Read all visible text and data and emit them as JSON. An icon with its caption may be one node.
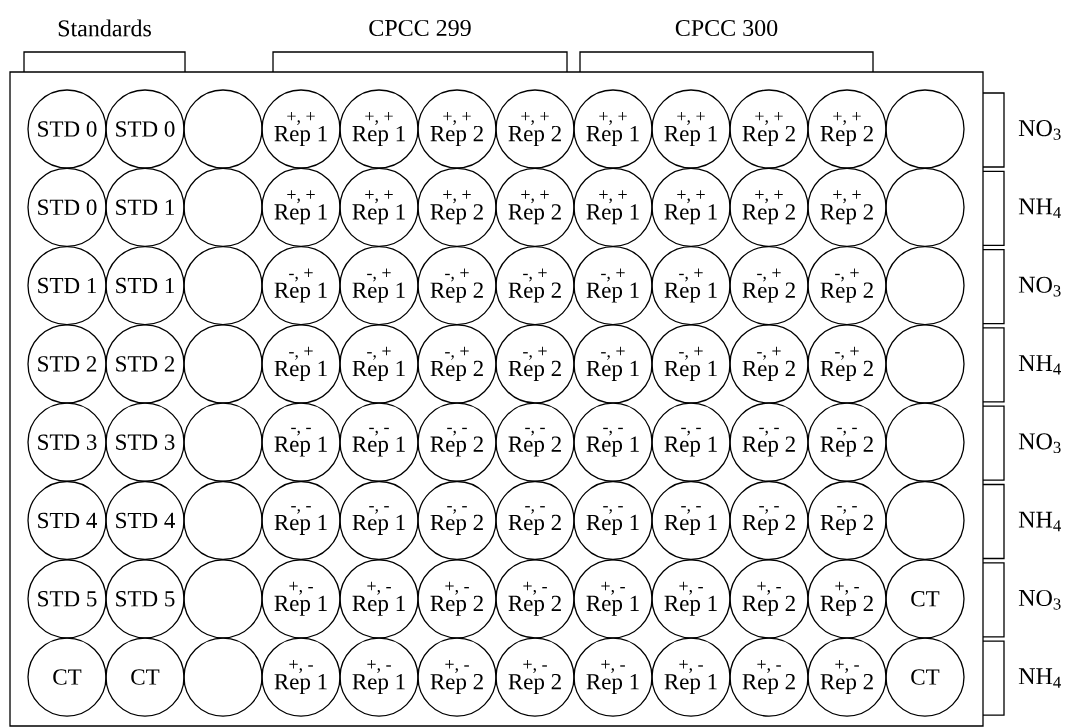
{
  "diagram": {
    "nodes": [
      {
        "text": [],
        "shape": "box"
      },
      {
        "text": [
          "STD 0"
        ],
        "in": 0
      },
      {
        "text": [
          "STD 0"
        ],
        "in": 0
      },
      {
        "text": [],
        "shape": "circle",
        "in": 0
      },
      {
        "text": [
          "+, +",
          "Rep 1"
        ],
        "in": 0
      },
      {
        "text": [
          "+, +",
          "Rep 1"
        ],
        "in": 0
      },
      {
        "text": [
          "+, +",
          "Rep 2"
        ],
        "in": 0
      },
      {
        "text": [
          "+, +",
          "Rep 2"
        ],
        "in": 0
      },
      {
        "text": [
          "+, +",
          "Rep 1"
        ],
        "in": 0
      },
      {
        "text": [
          "+, +",
          "Rep 1"
        ],
        "in": 0
      },
      {
        "text": [
          "+, +",
          "Rep 2"
        ],
        "in": 0
      },
      {
        "text": [
          "+, +",
          "Rep 2"
        ],
        "in": 0
      },
      {
        "text": [],
        "shape": "circle",
        "in": 0
      },
      {
        "text": [
          "STD 0"
        ],
        "in": 0
      },
      {
        "text": [
          "STD 1"
        ],
        "in": 0
      },
      {
        "text": [],
        "shape": "circle",
        "in": 0
      },
      {
        "text": [
          "+, +",
          "Rep 1"
        ],
        "in": 0
      },
      {
        "text": [
          "+, +",
          "Rep 1"
        ],
        "in": 0
      },
      {
        "text": [
          "+, +",
          "Rep 2"
        ],
        "in": 0
      },
      {
        "text": [
          "+, +",
          "Rep 2"
        ],
        "in": 0
      },
      {
        "text": [
          "+, +",
          "Rep 1"
        ],
        "in": 0
      },
      {
        "text": [
          "+, +",
          "Rep 1"
        ],
        "in": 0
      },
      {
        "text": [
          "+, +",
          "Rep 2"
        ],
        "in": 0
      },
      {
        "text": [
          "+, +",
          "Rep 2"
        ],
        "in": 0
      },
      {
        "text": [],
        "shape": "circle",
        "in": 0
      },
      {
        "text": [
          "STD 1"
        ],
        "in": 0
      },
      {
        "text": [
          "STD 1"
        ],
        "in": 0
      },
      {
        "text": [],
        "shape": "circle",
        "in": 0
      },
      {
        "text": [
          "-, +",
          "Rep 1"
        ],
        "in": 0
      },
      {
        "text": [
          "-, +",
          "Rep 1"
        ],
        "in": 0
      },
      {
        "text": [
          "-, +",
          "Rep 2"
        ],
        "in": 0
      },
      {
        "text": [
          "-, +",
          "Rep 2"
        ],
        "in": 0
      },
      {
        "text": [
          "-, +",
          "Rep 1"
        ],
        "in": 0
      },
      {
        "text": [
          "-, +",
          "Rep 1"
        ],
        "in": 0
      },
      {
        "text": [
          "-, +",
          "Rep 2"
        ],
        "in": 0
      },
      {
        "text": [
          "-, +",
          "Rep 2"
        ],
        "in": 0
      },
      {
        "text": [],
        "shape": "circle",
        "in": 0
      },
      {
        "text": [
          "STD 2"
        ],
        "in": 0
      },
      {
        "text": [
          "STD 2"
        ],
        "in": 0
      },
      {
        "text": [],
        "shape": "circle",
        "in": 0
      },
      {
        "text": [
          "-, +",
          "Rep 1"
        ],
        "in": 0
      },
      {
        "text": [
          "-, +",
          "Rep 1"
        ],
        "in": 0
      },
      {
        "text": [
          "-, +",
          "Rep 2"
        ],
        "in": 0
      },
      {
        "text": [
          "-, +",
          "Rep 2"
        ],
        "in": 0
      },
      {
        "text": [
          "-, +",
          "Rep 1"
        ],
        "in": 0
      },
      {
        "text": [
          "-, +",
          "Rep 1"
        ],
        "in": 0
      },
      {
        "text": [
          "-, +",
          "Rep 2"
        ],
        "in": 0
      },
      {
        "text": [
          "-, +",
          "Rep 2"
        ],
        "in": 0
      },
      {
        "text": [],
        "shape": "circle",
        "in": 0
      },
      {
        "text": [
          "STD 3"
        ],
        "in": 0
      },
      {
        "text": [
          "STD 3"
        ],
        "in": 0
      },
      {
        "text": [],
        "shape": "circle",
        "in": 0
      },
      {
        "text": [
          "-, -",
          "Rep 1"
        ],
        "in": 0
      },
      {
        "text": [
          "-, -",
          "Rep 1"
        ],
        "in": 0
      },
      {
        "text": [
          "-, -",
          "Rep 2"
        ],
        "in": 0
      },
      {
        "text": [
          "-, -",
          "Rep 2"
        ],
        "in": 0
      },
      {
        "text": [
          "-, -",
          "Rep 1"
        ],
        "in": 0
      },
      {
        "text": [
          "-, -",
          "Rep 1"
        ],
        "in": 0
      },
      {
        "text": [
          "-, -",
          "Rep 2"
        ],
        "in": 0
      },
      {
        "text": [
          "-, -",
          "Rep 2"
        ],
        "in": 0
      },
      {
        "text": [],
        "shape": "circle",
        "in": 0
      },
      {
        "text": [
          "STD 4"
        ],
        "in": 0
      },
      {
        "text": [
          "STD 4"
        ],
        "in": 0
      },
      {
        "text": [],
        "shape": "circle",
        "in": 0
      },
      {
        "text": [
          "-, -",
          "Rep 1"
        ],
        "in": 0
      },
      {
        "text": [
          "-, -",
          "Rep 1"
        ],
        "in": 0
      },
      {
        "text": [
          "-, -",
          "Rep 2"
        ],
        "in": 0
      },
      {
        "text": [
          "-, -",
          "Rep 2"
        ],
        "in": 0
      },
      {
        "text": [
          "-, -",
          "Rep 1"
        ],
        "in": 0
      },
      {
        "text": [
          "-, -",
          "Rep 1"
        ],
        "in": 0
      },
      {
        "text": [
          "-, -",
          "Rep 2"
        ],
        "in": 0
      },
      {
        "text": [
          "-, -",
          "Rep 2"
        ],
        "in": 0
      },
      {
        "text": [],
        "shape": "circle",
        "in": 0
      },
      {
        "text": [
          "STD 5"
        ],
        "in": 0
      },
      {
        "text": [
          "STD 5"
        ],
        "in": 0
      },
      {
        "text": [],
        "shape": "circle",
        "in": 0
      },
      {
        "text": [
          "+, -",
          "Rep 1"
        ],
        "in": 0
      },
      {
        "text": [
          "+, -",
          "Rep 1"
        ],
        "in": 0
      },
      {
        "text": [
          "+, -",
          "Rep 2"
        ],
        "in": 0
      },
      {
        "text": [
          "+, -",
          "Rep 2"
        ],
        "in": 0
      },
      {
        "text": [
          "+, -",
          "Rep 1"
        ],
        "in": 0
      },
      {
        "text": [
          "+, -",
          "Rep 1"
        ],
        "in": 0
      },
      {
        "text": [
          "+, -",
          "Rep 2"
        ],
        "in": 0
      },
      {
        "text": [
          "+, -",
          "Rep 2"
        ],
        "in": 0
      },
      {
        "text": [
          "CT"
        ],
        "in": 0
      },
      {
        "text": [
          "CT"
        ],
        "in": 0
      },
      {
        "text": [
          "CT"
        ],
        "in": 0
      },
      {
        "text": [],
        "shape": "circle",
        "in": 0
      },
      {
        "text": [
          "+, -",
          "Rep 1"
        ],
        "in": 0
      },
      {
        "text": [
          "+, -",
          "Rep 1"
        ],
        "in": 0
      },
      {
        "text": [
          "+, -",
          "Rep 2"
        ],
        "in": 0
      },
      {
        "text": [
          "+, -",
          "Rep 2"
        ],
        "in": 0
      },
      {
        "text": [
          "+, -",
          "Rep 1"
        ],
        "in": 0
      },
      {
        "text": [
          "+, -",
          "Rep 1"
        ],
        "in": 0
      },
      {
        "text": [
          "+, -",
          "Rep 2"
        ],
        "in": 0
      },
      {
        "text": [
          "+, -",
          "Rep 2"
        ],
        "in": 0
      },
      {
        "text": [
          "CT"
        ],
        "in": 0
      }
    ],
    "labels": [
      "Standards",
      "CPCC 299",
      "CPCC 300",
      "NO$_{3}$",
      "NH$_{4}$",
      "NO$_{3}$",
      "NH$_{4}$",
      "NO$_{3}$",
      "NH$_{4}$",
      "NO$_{3}$",
      "NH$_{4}$"
    ]
  }
}
